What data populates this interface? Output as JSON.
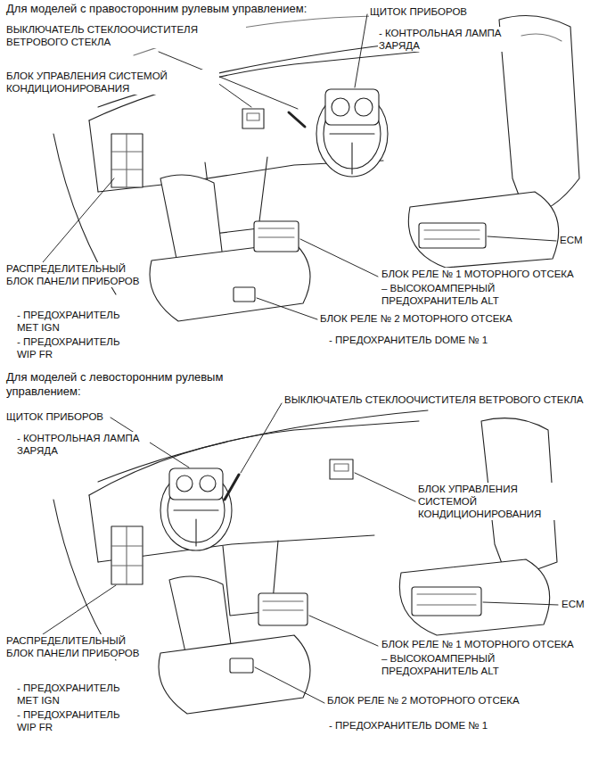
{
  "diagram": {
    "labels": [
      "Для моделей с правосторонним рулевым управлением:",
      "ЩИТОК ПРИБОРОВ",
      "- КОНТРОЛЬНАЯ ЛАМПА ЗАРЯДА",
      "ВЫКЛЮЧАТЕЛЬ СТЕКЛООЧИСТИТЕЛЯ ВЕТРОВОГО СТЕКЛА",
      "БЛОК УПРАВЛЕНИЯ СИСТЕМОЙ КОНДИЦИОНИРОВАНИЯ",
      "ECM",
      "РАСПРЕДЕЛИТЕЛЬНЫЙ БЛОК ПАНЕЛИ ПРИБОРОВ",
      "- ПРЕДОХРАНИТЕЛЬ MET IGN",
      "- ПРЕДОХРАНИТЕЛЬ WIP FR",
      "БЛОК РЕЛЕ № 1 МОТОРНОГО ОТСЕКА",
      "– ВЫСОКОАМПЕРНЫЙ ПРЕДОХРАНИТЕЛЬ ALT",
      "БЛОК РЕЛЕ № 2 МОТОРНОГО ОТСЕКА",
      "- ПРЕДОХРАНИТЕЛЬ DOME № 1",
      "Для моделей с левосторонним рулевым управлением:",
      "ЩИТОК ПРИБОРОВ",
      "- КОНТРОЛЬНАЯ ЛАМПА ЗАРЯДА",
      "ВЫКЛЮЧАТЕЛЬ СТЕКЛООЧИСТИТЕЛЯ ВЕТРОВОГО СТЕКЛА",
      "БЛОК УПРАВЛЕНИЯ СИСТЕМОЙ КОНДИЦИОНИРОВАНИЯ",
      "ECM",
      "РАСПРЕДЕЛИТЕЛЬНЫЙ БЛОК ПАНЕЛИ ПРИБОРОВ",
      "- ПРЕДОХРАНИТЕЛЬ MET IGN",
      "- ПРЕДОХРАНИТЕЛЬ WIP FR",
      "БЛОК РЕЛЕ № 1 МОТОРНОГО ОТСЕКА",
      "– ВЫСОКОАМПЕРНЫЙ ПРЕДОХРАНИТЕЛЬ ALT",
      "БЛОК РЕЛЕ № 2 МОТОРНОГО ОТСЕКА",
      "- ПРЕДОХРАНИТЕЛЬ DOME № 1"
    ]
  }
}
